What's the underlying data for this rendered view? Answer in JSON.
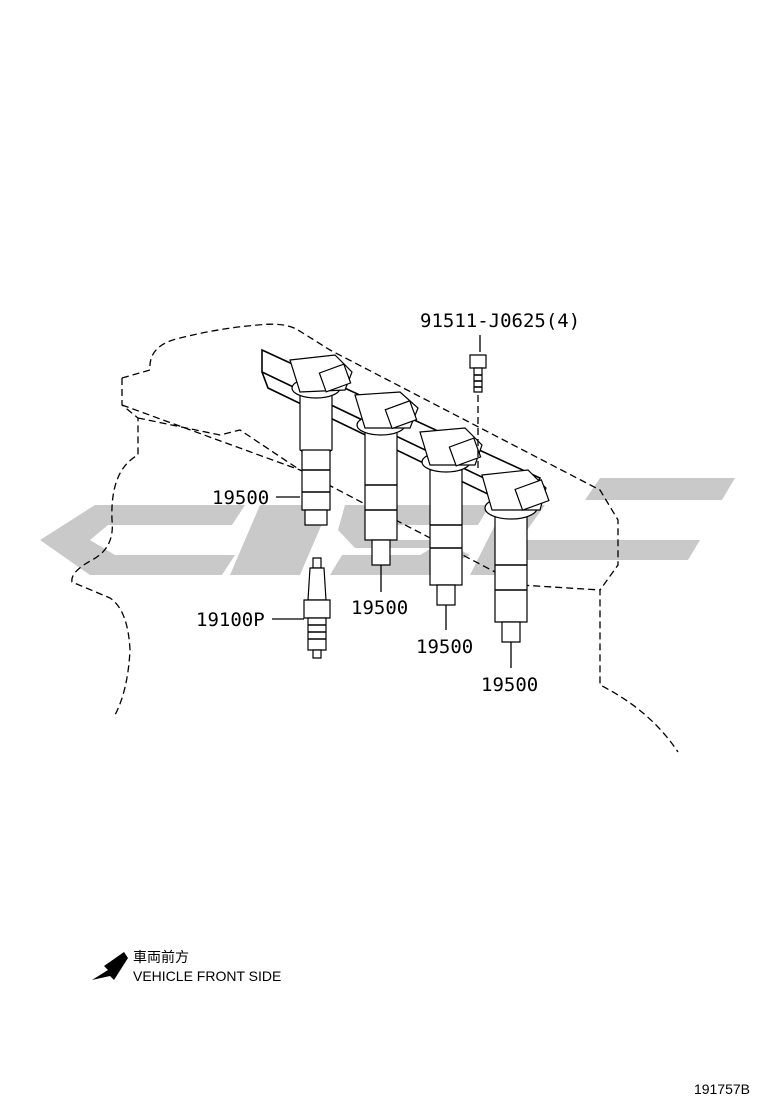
{
  "callouts": {
    "bolt": "91511-J0625(4)",
    "coil_1": "19500",
    "coil_2": "19500",
    "coil_3": "19500",
    "coil_4": "19500",
    "spark_plug": "19100P"
  },
  "front_indicator": {
    "jp": "車両前方",
    "en": "VEHICLE FRONT SIDE"
  },
  "figure_id": "191757B",
  "colors": {
    "ink": "#000000",
    "watermark": "#c9c9c9",
    "background": "#ffffff"
  }
}
